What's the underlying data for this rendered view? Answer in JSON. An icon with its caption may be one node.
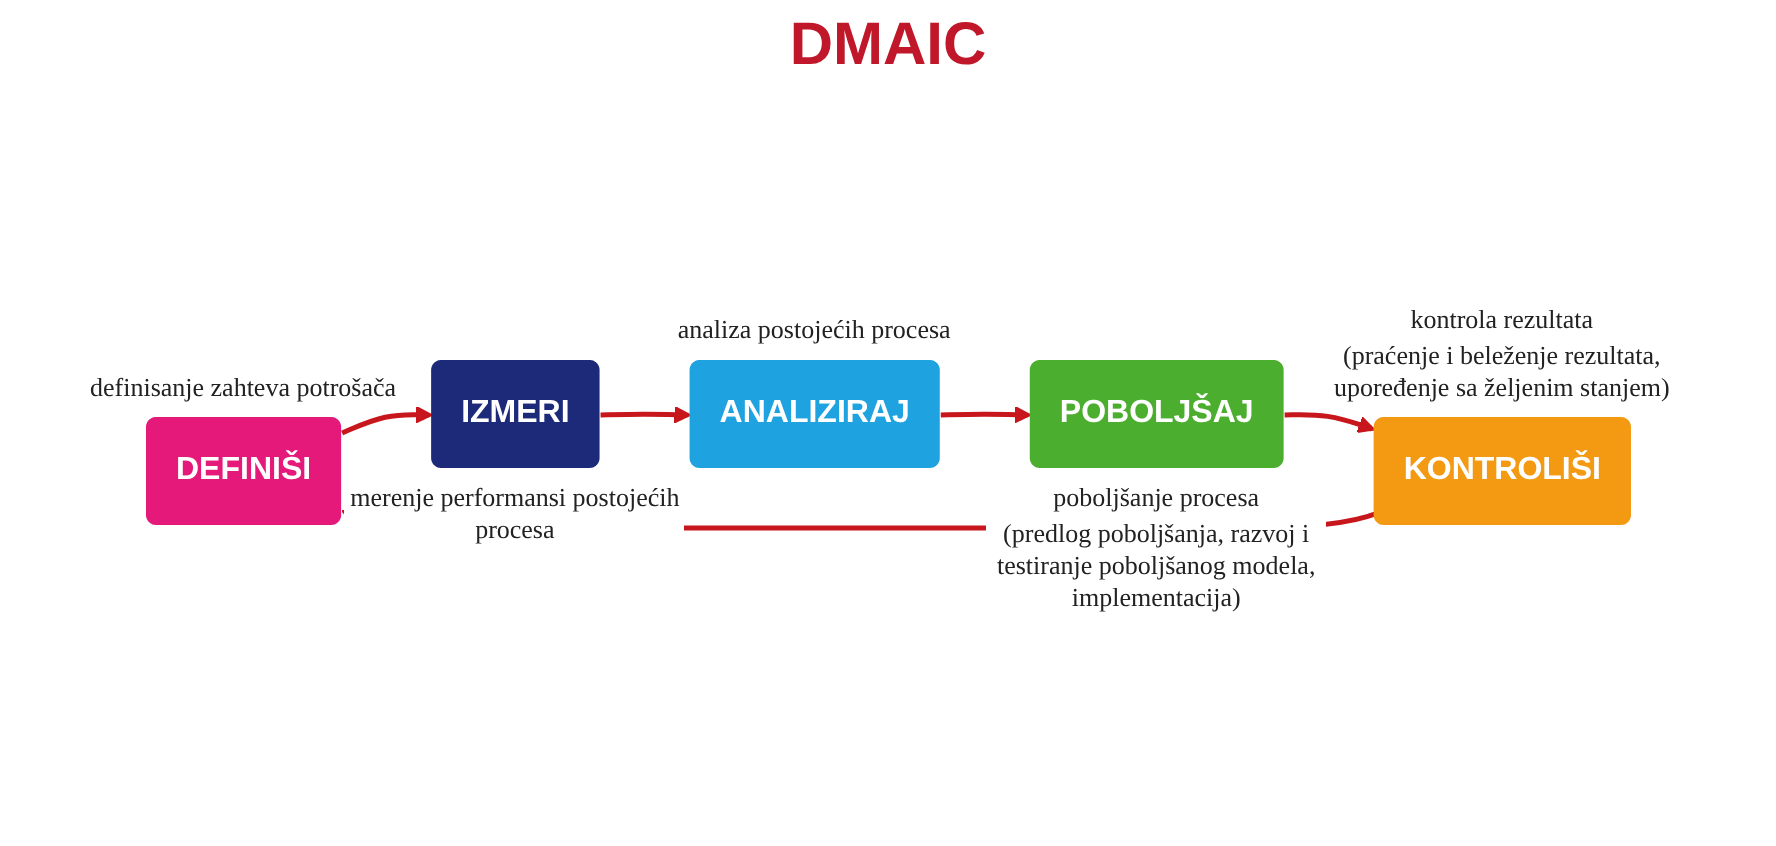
{
  "diagram": {
    "title": "DMAIC",
    "nodes": [
      {
        "text": [
          "DEFINIŠI"
        ],
        "beside": [
          "definisanje zahteva potrošača"
        ]
      },
      {
        "text": [
          "IZMERI"
        ],
        "beside": [
          "merenje performansi postojećih procesa"
        ]
      },
      {
        "text": [
          "ANALIZIRAJ"
        ],
        "beside": [
          "analiza postojećih procesa"
        ]
      },
      {
        "text": [
          "POBOLJŠAJ"
        ],
        "beside": [
          "poboljšanje procesa",
          "(predlog poboljšanja, razvoj i testiranje poboljšanog modela, implementacija)"
        ]
      },
      {
        "text": [
          "KONTROLIŠI"
        ],
        "beside": [
          "kontrola rezultata",
          "(praćenje i beleženje rezultata, upoređenje sa željenim stanjem)"
        ]
      }
    ],
    "edges": [
      {
        "from": 0,
        "to": 1,
        "arrow": "to"
      },
      {
        "from": 1,
        "to": 2,
        "arrow": "to"
      },
      {
        "from": 2,
        "to": 3,
        "arrow": "to"
      },
      {
        "from": 3,
        "to": 4,
        "arrow": "to"
      },
      {
        "from": 4,
        "to": 0,
        "arrow": "to"
      }
    ]
  }
}
